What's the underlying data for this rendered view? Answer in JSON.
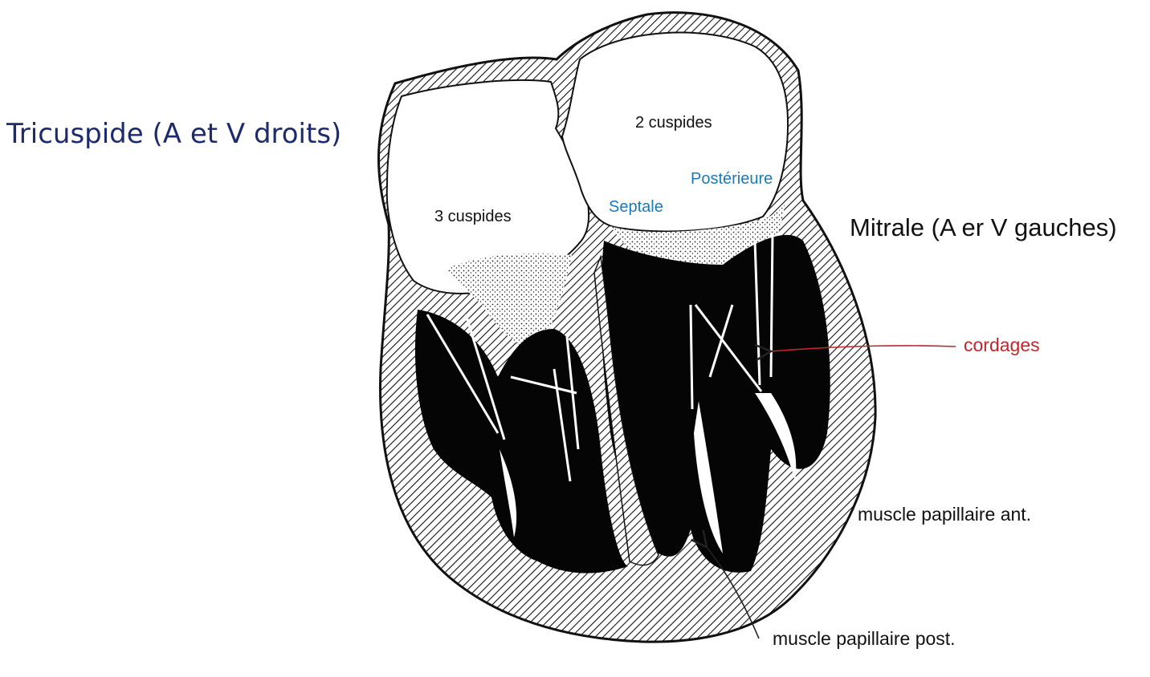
{
  "labels": {
    "tricuspid_title": "Tricuspide (A et V droits)",
    "mitral_title": "Mitrale (A er V gauches)",
    "three_cusps": "3 cuspides",
    "two_cusps": "2 cuspides",
    "septal": "Septale",
    "posterior": "Postérieure",
    "chordae": "cordages",
    "anterior_papillary_muscle": "muscle papillaire ant.",
    "posterior_papillary_muscle": "muscle papillaire post."
  },
  "colors": {
    "tricuspid_title": "#1d2a6b",
    "leaflet_labels": "#1a7ab8",
    "chordae_label": "#c0262b",
    "ink": "#111111"
  }
}
